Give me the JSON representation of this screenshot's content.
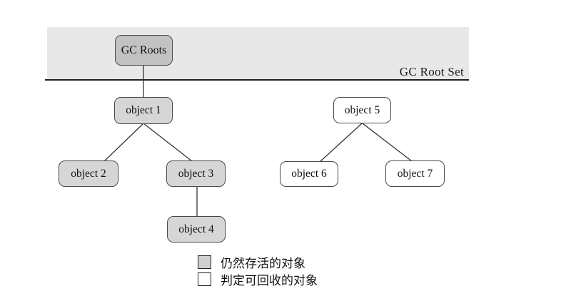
{
  "banner": {
    "label": "GC Root Set"
  },
  "nodes": {
    "gc_roots": {
      "label": "GC Roots",
      "status": "root"
    },
    "object1": {
      "label": "object 1",
      "status": "alive"
    },
    "object2": {
      "label": "object 2",
      "status": "alive"
    },
    "object3": {
      "label": "object 3",
      "status": "alive"
    },
    "object4": {
      "label": "object 4",
      "status": "alive"
    },
    "object5": {
      "label": "object 5",
      "status": "collectable"
    },
    "object6": {
      "label": "object 6",
      "status": "collectable"
    },
    "object7": {
      "label": "object 7",
      "status": "collectable"
    }
  },
  "edges": [
    {
      "from": "gc_roots",
      "to": "object1"
    },
    {
      "from": "object1",
      "to": "object2"
    },
    {
      "from": "object1",
      "to": "object3"
    },
    {
      "from": "object3",
      "to": "object4"
    },
    {
      "from": "object5",
      "to": "object6"
    },
    {
      "from": "object5",
      "to": "object7"
    }
  ],
  "legend": {
    "alive": {
      "label": "仍然存活的对象",
      "swatch_color": "#d0d0d0"
    },
    "collectable": {
      "label": "判定可回收的对象",
      "swatch_color": "#ffffff"
    }
  },
  "colors": {
    "banner_fill": "#e8e8e8",
    "root_node_fill": "#c2c2c2",
    "alive_node_fill": "#d6d6d6",
    "collectable_node_fill": "#ffffff",
    "node_border": "#4a4a4a",
    "edge_line": "#333333",
    "divider_line": "#1f1f1f"
  }
}
